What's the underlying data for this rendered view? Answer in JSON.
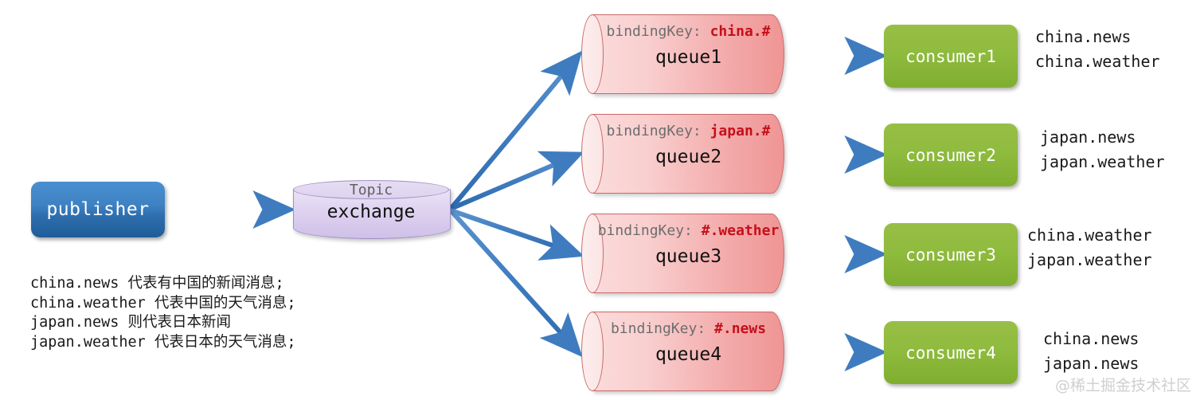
{
  "diagram": {
    "title": "RabbitMQ Topic Exchange routing diagram",
    "colors": {
      "publisher": "#3e82c4",
      "exchange": "#ded2f0",
      "queue": "#f3a9a9",
      "consumer": "#8fbb3e",
      "arrow": "#3f7cbf",
      "pattern_text": "#c5101a",
      "binding_label": "#6d6d6d"
    }
  },
  "publisher": {
    "label": "publisher"
  },
  "exchange": {
    "type_label": "Topic",
    "name": "exchange"
  },
  "queues": [
    {
      "binding_label": "bindingKey:",
      "pattern": "china.#",
      "name": "queue1"
    },
    {
      "binding_label": "bindingKey:",
      "pattern": "japan.#",
      "name": "queue2"
    },
    {
      "binding_label": "bindingKey:",
      "pattern": "#.weather",
      "name": "queue3"
    },
    {
      "binding_label": "bindingKey:",
      "pattern": "#.news",
      "name": "queue4"
    }
  ],
  "consumers": [
    {
      "label": "consumer1",
      "routing_keys": [
        "china.news",
        "china.weather"
      ]
    },
    {
      "label": "consumer2",
      "routing_keys": [
        "japan.news",
        "japan.weather"
      ]
    },
    {
      "label": "consumer3",
      "routing_keys": [
        "china.weather",
        "japan.weather"
      ]
    },
    {
      "label": "consumer4",
      "routing_keys": [
        "china.news",
        "japan.news"
      ]
    }
  ],
  "legend": {
    "lines": [
      "china.news  代表有中国的新闻消息;",
      "china.weather  代表中国的天气消息;",
      "japan.news  则代表日本新闻",
      "japan.weather  代表日本的天气消息;"
    ]
  },
  "watermark": {
    "text": "@稀土掘金技术社区"
  }
}
